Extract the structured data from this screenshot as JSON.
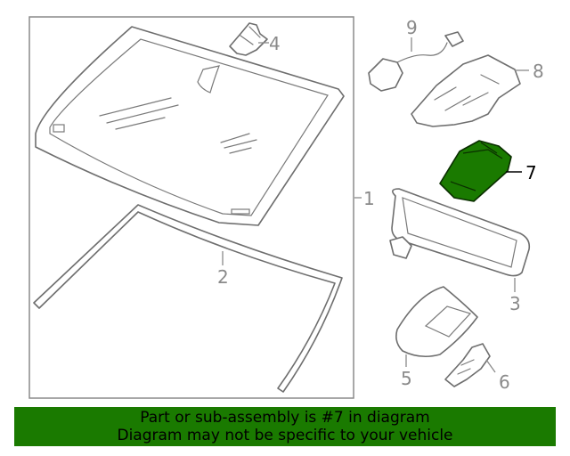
{
  "callouts": {
    "c1": "1",
    "c2": "2",
    "c3": "3",
    "c4": "4",
    "c5": "5",
    "c6": "6",
    "c7": "7",
    "c8": "8",
    "c9": "9"
  },
  "highlight": {
    "part": "7",
    "color": "#1a7a00"
  },
  "banner": {
    "line1": "Part or sub-assembly is #7 in diagram",
    "line2": "Diagram may not be specific to your vehicle",
    "color": "#1a7a00"
  }
}
